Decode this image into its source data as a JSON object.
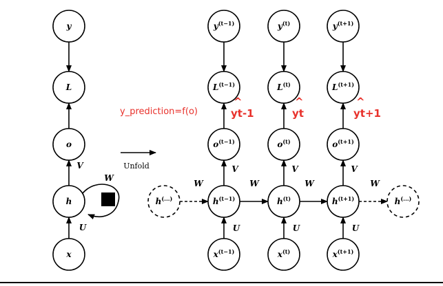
{
  "colors": {
    "ink": "#000000",
    "annotation": "#e8312b",
    "background": "#ffffff"
  },
  "folded": {
    "nodes": [
      {
        "id": "y",
        "label": "y",
        "sup": ""
      },
      {
        "id": "L",
        "label": "L",
        "sup": ""
      },
      {
        "id": "o",
        "label": "o",
        "sup": ""
      },
      {
        "id": "h",
        "label": "h",
        "sup": ""
      },
      {
        "id": "x",
        "label": "x",
        "sup": ""
      }
    ],
    "edge_labels": {
      "V": "V",
      "U": "U",
      "W": "W"
    }
  },
  "unfold": {
    "label": "Unfold"
  },
  "unfolded": {
    "columns": [
      {
        "y": "y",
        "L": "L",
        "o": "o",
        "h": "h",
        "x": "x",
        "sup": "(t−1)"
      },
      {
        "y": "y",
        "L": "L",
        "o": "o",
        "h": "h",
        "x": "x",
        "sup": "(t)"
      },
      {
        "y": "y",
        "L": "L",
        "o": "o",
        "h": "h",
        "x": "x",
        "sup": "(t+1)"
      }
    ],
    "ends": {
      "label": "h",
      "sup": "(...)"
    },
    "edge_labels": {
      "V": "V",
      "U": "U",
      "W": "W"
    }
  },
  "annotations": {
    "prediction": "y_prediction=f(o)",
    "handwritten": [
      {
        "hat": "^",
        "text": "yt-1"
      },
      {
        "hat": "^",
        "text": "yt"
      },
      {
        "hat": "^",
        "text": "yt+1"
      }
    ]
  }
}
